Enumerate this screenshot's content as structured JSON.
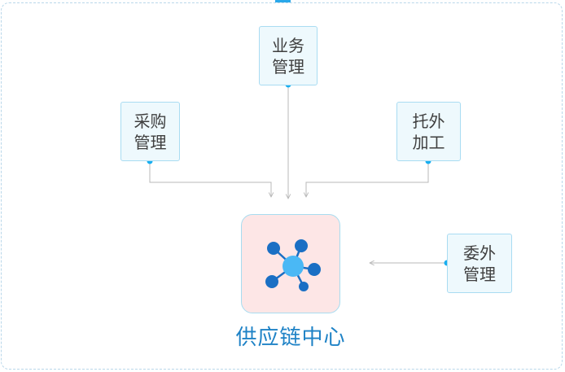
{
  "nodes": {
    "ops": {
      "line1": "业务",
      "line2": "管理"
    },
    "purchase": {
      "line1": "采购",
      "line2": "管理"
    },
    "consign": {
      "line1": "托外",
      "line2": "加工"
    },
    "delegate": {
      "line1": "委外",
      "line2": "管理"
    }
  },
  "hub": {
    "label": "供应链中心",
    "icon": "network-hub-icon"
  },
  "colors": {
    "node_fill": "#eef9fd",
    "node_border": "#a9dcf2",
    "connector": "#b8b8b8",
    "dot": "#17aef0",
    "hub_fill": "#fde6e6",
    "hub_icon_center": "#4ab8f5",
    "hub_icon_nodes": "#1a6fc4",
    "hub_label": "#1e82c6"
  }
}
